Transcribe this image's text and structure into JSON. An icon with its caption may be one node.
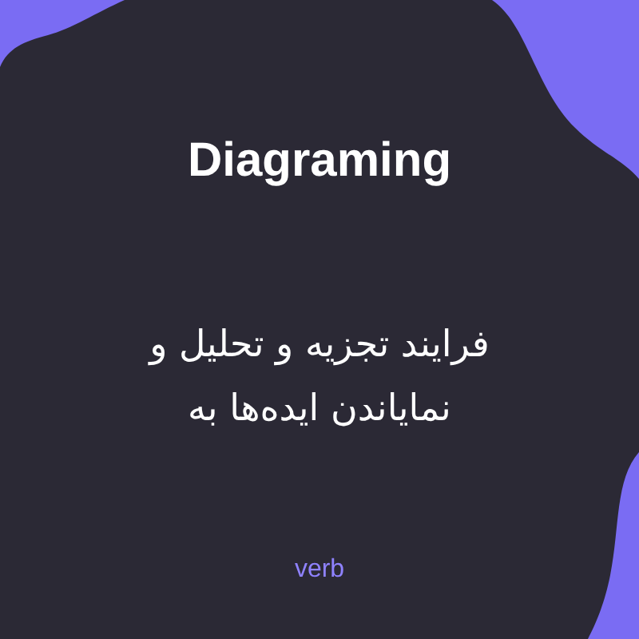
{
  "diagram": {
    "title": "Diagraming",
    "labels": [
      "فرایند تجزیه و تحلیل و نمایاندن ایده‌ها به",
      "verb"
    ]
  }
}
